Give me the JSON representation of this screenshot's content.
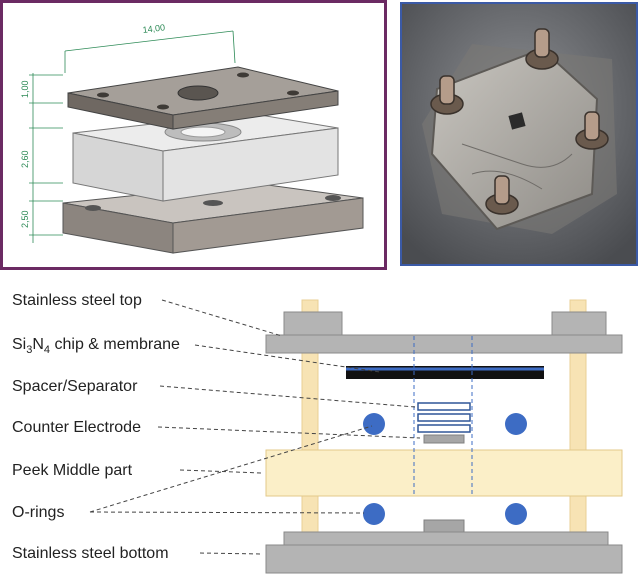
{
  "cad_model": {
    "dimensions": {
      "width": "14,00",
      "top_thickness": "1,00",
      "middle_thickness": "2,60",
      "bottom_thickness": "2,50"
    }
  },
  "photo": {
    "subject": "assembled holder with four bolts and nuts"
  },
  "schematic": {
    "labels": {
      "stainless_top": "Stainless steel top",
      "chip_prefix": "Si",
      "chip_sub1": "3",
      "chip_mid": "N",
      "chip_sub2": "4",
      "chip_suffix": " chip & membrane",
      "spacer": "Spacer/Separator",
      "counter_electrode": "Counter Electrode",
      "peek_middle": "Peek Middle part",
      "o_rings": "O-rings",
      "stainless_bottom": "Stainless steel bottom"
    },
    "colors": {
      "steel": "#b4b4b4",
      "steel_dark": "#8a8a8a",
      "peek": "#fbefc8",
      "peek_border": "#e3c98a",
      "rod": "#f7e3b4",
      "o_ring": "#3d6cc4",
      "chip": "#111111",
      "membrane_line": "#3d6cc4",
      "spacer_border": "#2f5597",
      "dashed_axis": "#3d6cc4"
    }
  }
}
